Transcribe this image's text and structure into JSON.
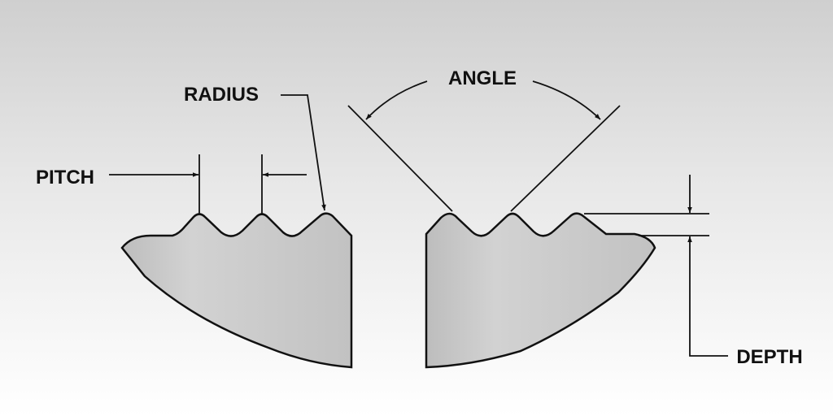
{
  "labels": {
    "angle": "ANGLE",
    "radius": "RADIUS",
    "pitch": "PITCH",
    "depth": "DEPTH"
  },
  "colors": {
    "piece_fill": "#c4c4c4",
    "line": "#111111"
  }
}
